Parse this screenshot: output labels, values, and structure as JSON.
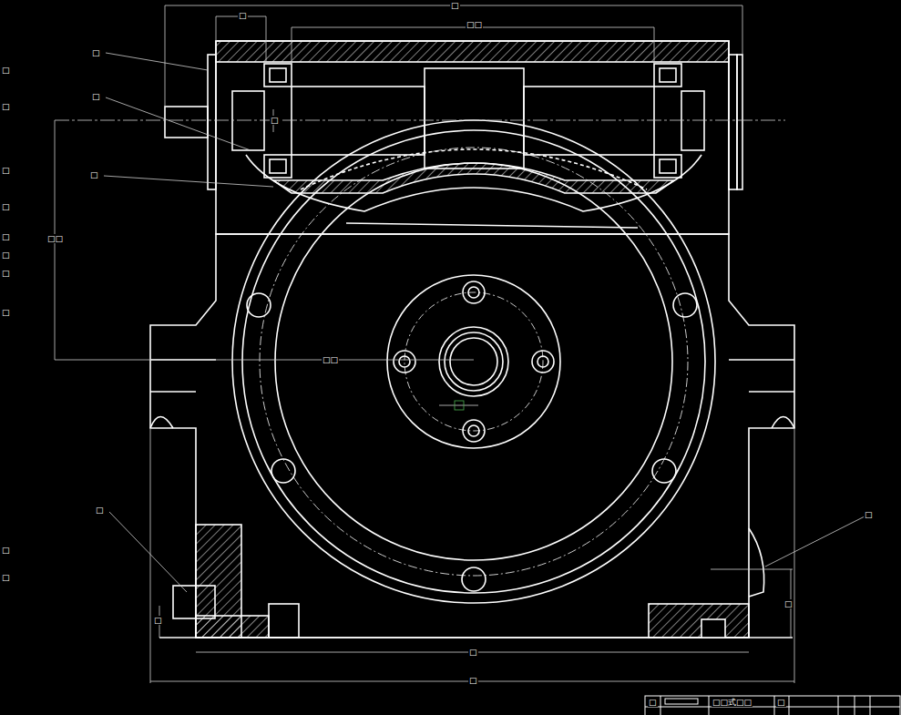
{
  "diagram": {
    "labels": [
      "□",
      "□",
      "□□",
      "□",
      "□",
      "□",
      "□",
      "□□",
      "□□",
      "□",
      "□",
      "□",
      "□",
      "□",
      "□",
      "□",
      "□",
      "□",
      "□",
      "□",
      "□",
      "□",
      "□",
      "□",
      "□",
      "□",
      "□□式□□",
      "□"
    ]
  }
}
